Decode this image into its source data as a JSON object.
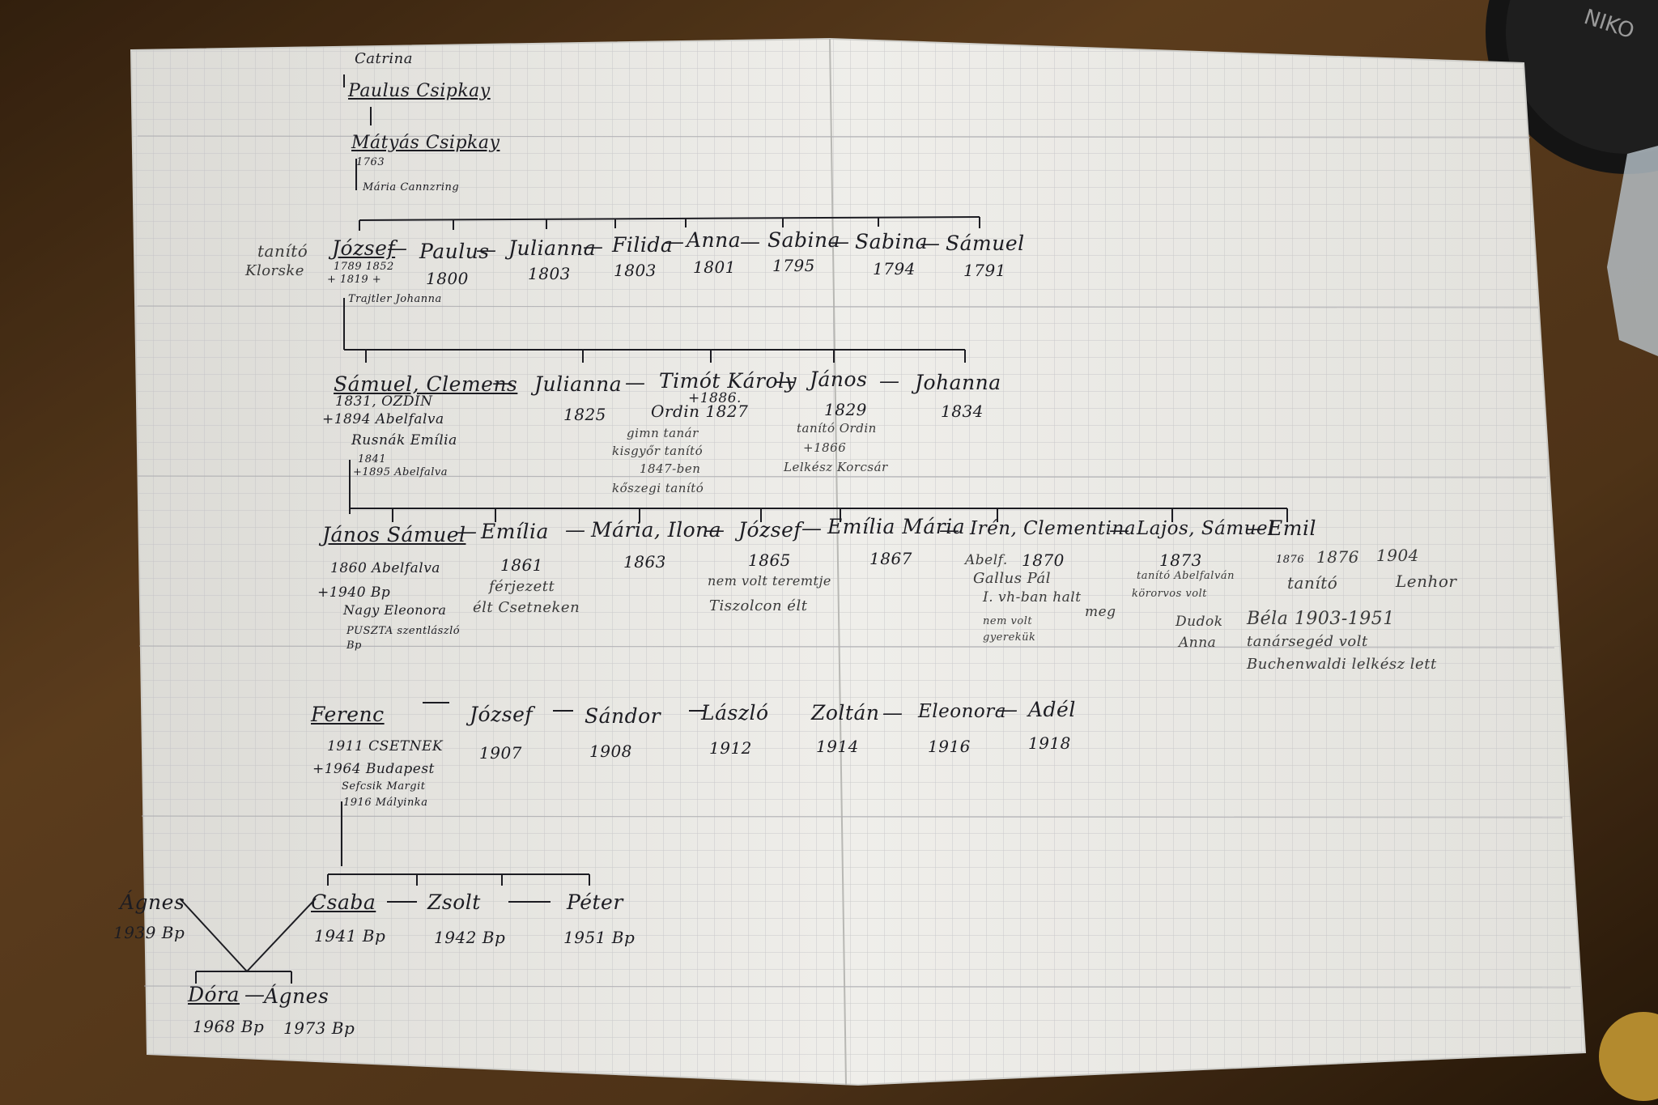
{
  "tree": {
    "gen0": {
      "catrina": "Catrina",
      "paulus": "Paulus Csipkay",
      "matyas": "Mátyás Csipkay",
      "matyas_year": "1763",
      "spouse": "Mária Cannzring"
    },
    "gen1": {
      "side_note": "tanító",
      "side_note2": "Klorske",
      "spouse": "Trajtler Johanna",
      "jozsef_dates": "1789   1852",
      "jozsef_dates2": "+ 1819   +",
      "children": [
        {
          "name": "József",
          "year": ""
        },
        {
          "name": "Paulus",
          "year": "1800"
        },
        {
          "name": "Julianna",
          "year": "1803"
        },
        {
          "name": "Filida",
          "year": "1803"
        },
        {
          "name": "Anna",
          "year": "1801"
        },
        {
          "name": "Sabina",
          "year": "1795"
        },
        {
          "name": "Sabina",
          "year": "1794"
        },
        {
          "name": "Sámuel",
          "year": "1791"
        }
      ]
    },
    "gen2": {
      "samuel_birth": "1831, OZDIN",
      "samuel_death": "+1894 Abelfalva",
      "spouse": "Rusnák Emília",
      "spouse_birth": "1841",
      "spouse_death": "+1895 Abelfalva",
      "timot_death": "+1886.",
      "timot_birth": "Ordin 1827",
      "timot_note1": "gimn tanár",
      "timot_note2": "kisgyőr tanító",
      "timot_note3": "1847-ben",
      "timot_note4": "kőszegi tanító",
      "janos_note1": "tanító Ordin",
      "janos_note2": "+1866",
      "janos_note3": "Lelkész Korcsár",
      "children": [
        {
          "name": "Sámuel, Clemens",
          "year": ""
        },
        {
          "name": "Julianna",
          "year": "1825"
        },
        {
          "name": "Timót Károly",
          "year": ""
        },
        {
          "name": "János",
          "year": "1829"
        },
        {
          "name": "Johanna",
          "year": "1834"
        }
      ]
    },
    "gen3": {
      "janos_birth": "1860 Abelfalva",
      "janos_death": "+1940 Bp",
      "spouse": "Nagy Eleonora",
      "spouse_note": "PUSZTA szentlászló",
      "spouse_note2": "Bp",
      "emilia_note1": "férjezett",
      "emilia_note2": "élt Csetneken",
      "jozsef_note1": "nem volt teremtje",
      "jozsef_note2": "Tiszolcon élt",
      "iren_prefix": "Abelf.",
      "iren_note1": "Gallus Pál",
      "iren_note2": "I. vh-ban halt",
      "iren_note3": "meg",
      "iren_note4": "nem volt",
      "iren_note5": "gyerekük",
      "lajos_note1": "tanító Abelfalván",
      "lajos_note2": "körorvos volt",
      "lajos_note3": "Dudok",
      "lajos_note4": "Anna",
      "bela": "Béla 1903-1951",
      "bela_note": "tanársegéd volt",
      "bela_note2": "Buchenwaldi lelkész lett",
      "emil_extra1": "1876",
      "emil_extra2": "1904",
      "emil_note1": "tanító",
      "emil_note2": "Lenhor",
      "children": [
        {
          "name": "János Sámuel",
          "year": ""
        },
        {
          "name": "Emília",
          "year": "1861"
        },
        {
          "name": "Mária, Ilona",
          "year": "1863"
        },
        {
          "name": "József",
          "year": "1865"
        },
        {
          "name": "Emília Mária",
          "year": "1867"
        },
        {
          "name": "Irén, Clementina",
          "year": "1870"
        },
        {
          "name": "Lajos, Sámuel",
          "year": "1873"
        },
        {
          "name": "Emil",
          "year": "1876"
        }
      ]
    },
    "gen4": {
      "ferenc_birth": "1911 CSETNEK",
      "ferenc_death": "+1964 Budapest",
      "spouse": "Sefcsik Margit",
      "spouse_birth": "1916 Mályinka",
      "children": [
        {
          "name": "Ferenc",
          "year": ""
        },
        {
          "name": "József",
          "year": "1907"
        },
        {
          "name": "Sándor",
          "year": "1908"
        },
        {
          "name": "László",
          "year": "1912"
        },
        {
          "name": "Zoltán",
          "year": "1914"
        },
        {
          "name": "Eleonora",
          "year": "1916"
        },
        {
          "name": "Adél",
          "year": "1918"
        }
      ]
    },
    "gen5": {
      "agnes_spouse": "Ágnes",
      "agnes_spouse_year": "1939 Bp",
      "children": [
        {
          "name": "Csaba",
          "year": "1941 Bp"
        },
        {
          "name": "Zsolt",
          "year": "1942 Bp"
        },
        {
          "name": "Péter",
          "year": "1951 Bp"
        }
      ]
    },
    "gen6": {
      "children": [
        {
          "name": "Dóra",
          "year": "1968 Bp"
        },
        {
          "name": "Ágnes",
          "year": "1973 Bp"
        }
      ]
    }
  },
  "colors": {
    "paper": "#ebeae6",
    "grid": "#c3c3c6",
    "ink": "#1c1c22",
    "wood": "#5a3b1e"
  },
  "extras": {
    "lens_text": "NIKO"
  }
}
